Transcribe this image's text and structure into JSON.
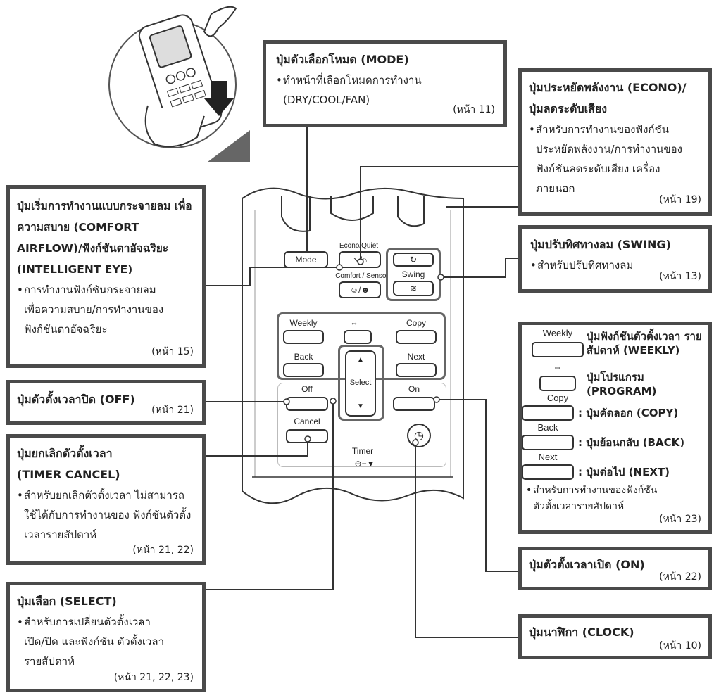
{
  "remote": {
    "mode_label": "Mode",
    "econo_quiet_label": "Econo/Quiet",
    "comfort_sensor_label": "Comfort / Sensor",
    "swing_label": "Swing",
    "weekly_label": "Weekly",
    "copy_label": "Copy",
    "back_label": "Back",
    "next_label": "Next",
    "select_label": "Select",
    "off_label": "Off",
    "on_label": "On",
    "cancel_label": "Cancel",
    "timer_label": "Timer",
    "program_symbol": "⇔"
  },
  "callouts": {
    "mode": {
      "title": "ปุ่มตัวเลือกโหมด (MODE)",
      "desc": "ทำหน้าที่เลือกโหมดการทำงาน (DRY/COOL/FAN)",
      "page": "(หน้า 11)"
    },
    "econo": {
      "title": "ปุ่มประหยัดพลังงาน (ECONO)/ ปุ่มลดระดับเสียง",
      "desc": "สำหรับการทำงานของฟังก์ชัน ประหยัดพลังงาน/การทำงานของ ฟังก์ชันลดระดับเสียง เครื่องภายนอก",
      "page": "(หน้า 19)"
    },
    "comfort": {
      "title": "ปุ่มเริ่มการทำงานแบบกระจายลม เพื่อความสบาย (COMFORT AIRFLOW)/ฟังก์ชันตาอัจฉริยะ (INTELLIGENT EYE)",
      "desc": "การทำงานฟังก์ชันกระจายลม เพื่อความสบาย/การทำงานของ ฟังก์ชันตาอัจฉริยะ",
      "page": "(หน้า 15)"
    },
    "swing": {
      "title": "ปุ่มปรับทิศทางลม (SWING)",
      "desc": "สำหรับปรับทิศทางลม",
      "page": "(หน้า 13)"
    },
    "off": {
      "title": "ปุ่มตัวตั้งเวลาปิด (OFF)",
      "page": "(หน้า 21)"
    },
    "cancel": {
      "title": "ปุ่มยกเลิกตัวตั้งเวลา (TIMER CANCEL)",
      "desc": "สำหรับยกเลิกตัวตั้งเวลา ไม่สามารถใช้ได้กับการทำงานของ ฟังก์ชันตัวตั้งเวลารายสัปดาห์",
      "page": "(หน้า 21, 22)"
    },
    "select": {
      "title": "ปุ่มเลือก (SELECT)",
      "desc": "สำหรับการเปลี่ยนตัวตั้งเวลา เปิด/ปิด และฟังก์ชัน ตัวตั้งเวลารายสัปดาห์",
      "page": "(หน้า 21, 22, 23)"
    },
    "weekly": {
      "weekly_btn": "Weekly",
      "weekly_text": "ปุ่มฟังก์ชันตัวตั้งเวลา รายสัปดาห์ (WEEKLY)",
      "program_text": "ปุ่มโปรแกรม (PROGRAM)",
      "copy_btn": "Copy",
      "copy_text": ": ปุ่มคัดลอก (COPY)",
      "back_btn": "Back",
      "back_text": ": ปุ่มย้อนกลับ (BACK)",
      "next_btn": "Next",
      "next_text": ": ปุ่มต่อไป (NEXT)",
      "desc": "สำหรับการทำงานของฟังก์ชัน ตัวตั้งเวลารายสัปดาห์",
      "page": "(หน้า 23)"
    },
    "on": {
      "title": "ปุ่มตัวตั้งเวลาเปิด (ON)",
      "page": "(หน้า 22)"
    },
    "clock": {
      "title": "ปุ่มนาฬิกา (CLOCK)",
      "page": "(หน้า 10)"
    }
  }
}
